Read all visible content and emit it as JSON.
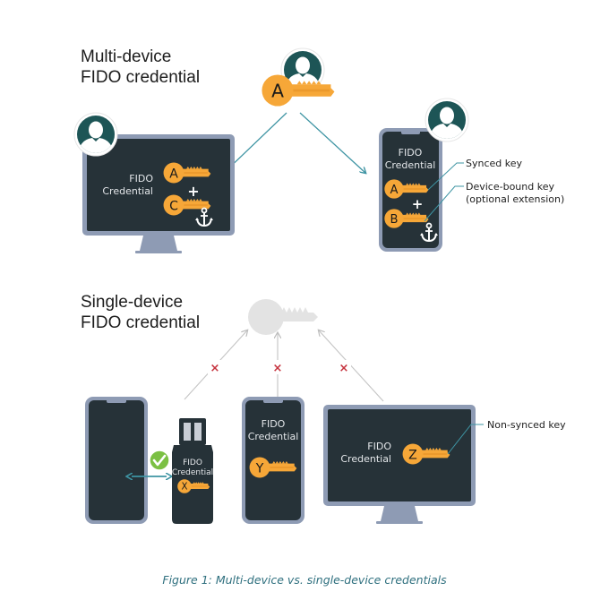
{
  "sections": {
    "multi_device": {
      "title_line1": "Multi-device",
      "title_line2": "FIDO credential",
      "shared_key_letter": "A",
      "desktop": {
        "label_line1": "FIDO",
        "label_line2": "Credential",
        "keys": [
          "A",
          "C"
        ],
        "plus": "+"
      },
      "phone": {
        "label_line1": "FIDO",
        "label_line2": "Credential",
        "keys": [
          "A",
          "B"
        ],
        "plus": "+"
      },
      "annotations": {
        "synced_key": "Synced key",
        "device_bound_key_line1": "Device-bound key",
        "device_bound_key_line2": "(optional extension)"
      }
    },
    "single_device": {
      "title_line1": "Single-device",
      "title_line2": "FIDO credential",
      "blocked_mark": "×",
      "security_key": {
        "label_line1": "FIDO",
        "label_line2": "Credential",
        "key": "X"
      },
      "phone": {
        "label_line1": "FIDO",
        "label_line2": "Credential",
        "key": "Y"
      },
      "desktop": {
        "label_line1": "FIDO",
        "label_line2": "Credential",
        "key": "Z"
      },
      "annotations": {
        "non_synced_key": "Non-synced key"
      }
    }
  },
  "caption": "Figure 1: Multi-device vs. single-device credentials",
  "colors": {
    "screen": "#263238",
    "bezel": "#8e9bb4",
    "key": "#f6a738",
    "key_dark": "#e9962a",
    "avatar": "#1d5556",
    "arrow_teal": "#3e94a3",
    "arrow_gray": "#c4c4c4",
    "ghost_key": "#e3e3e3",
    "blocked": "#c6343f",
    "check": "#7bc043",
    "caption": "#2e6f7e"
  },
  "icons": {
    "user": "user-avatar-icon",
    "anchor": "anchor-icon",
    "check": "check-circle-icon",
    "key": "key-icon"
  }
}
